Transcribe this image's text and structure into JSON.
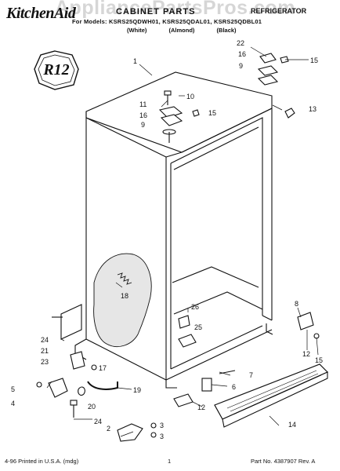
{
  "header": {
    "brand": "KitchenAid",
    "title": "CABINET PARTS",
    "subtitle_right": "REFRIGERATOR",
    "models_line": "For Models: KSRS25QDWH01, KSRS25QDAL01, KSRS25QDBL01",
    "colors": [
      "(White)",
      "(Almond)",
      "(Black)"
    ],
    "watermark": "AppliancePartsPros.com"
  },
  "badge": {
    "text": "R12"
  },
  "callouts": [
    "1",
    "22",
    "16",
    "9",
    "15",
    "10",
    "11",
    "16",
    "9",
    "15",
    "13",
    "18",
    "26",
    "25",
    "8",
    "12",
    "15",
    "24",
    "21",
    "23",
    "17",
    "5",
    "4",
    "19",
    "20",
    "24",
    "2",
    "3",
    "3",
    "7",
    "6",
    "12",
    "14"
  ],
  "footer": {
    "left": "4-96 Printed in U.S.A. (mdg)",
    "center": "1",
    "right": "Part No. 4387907 Rev. A"
  }
}
